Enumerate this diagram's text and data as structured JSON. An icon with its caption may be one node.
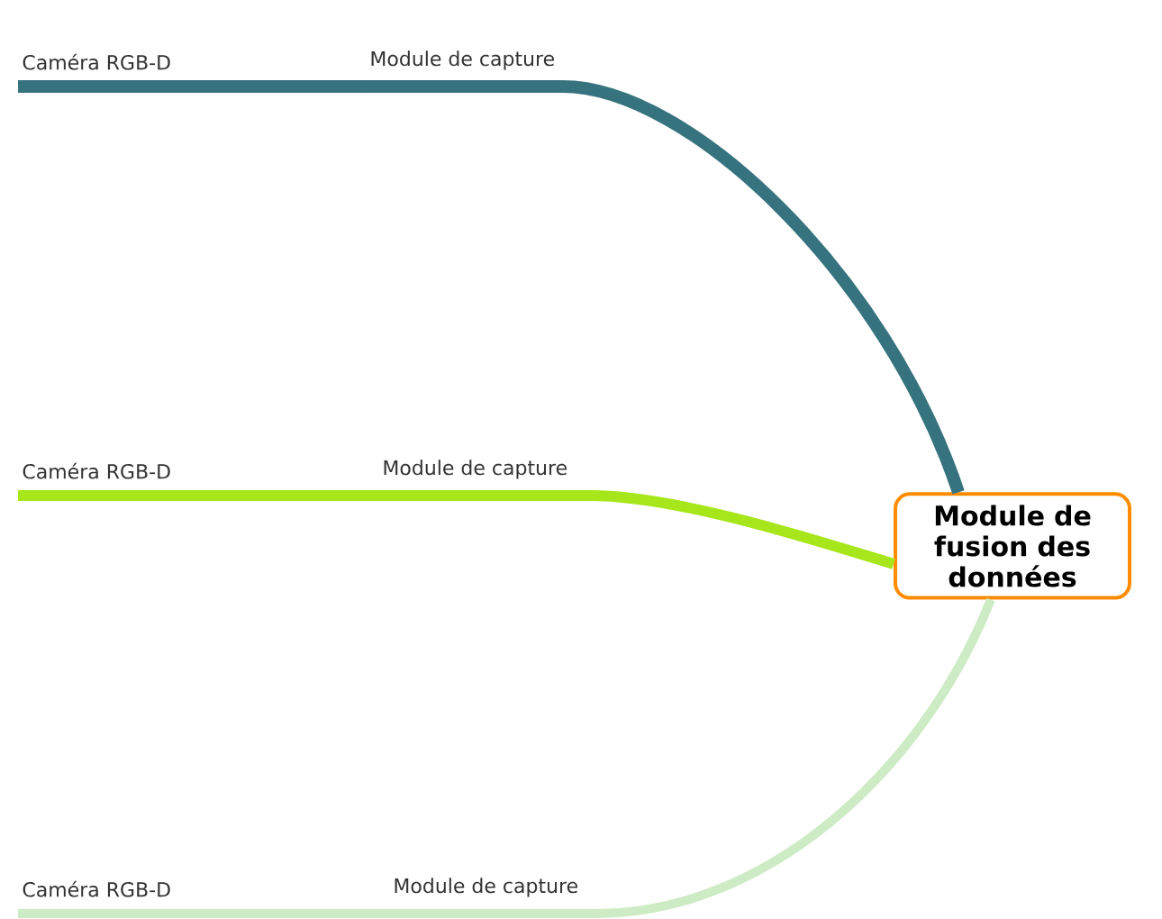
{
  "diagram": {
    "nodes": [
      {
        "text": [
          "Caméra RGB-D"
        ]
      },
      {
        "text": [
          "Module de capture"
        ]
      },
      {
        "text": [
          "Caméra RGB-D"
        ]
      },
      {
        "text": [
          "Module de capture"
        ]
      },
      {
        "text": [
          "Caméra RGB-D"
        ]
      },
      {
        "text": [
          "Module de capture"
        ]
      },
      {
        "text": [
          "Module de fusion des données"
        ]
      }
    ],
    "edges": [
      {
        "from": 0,
        "to": 1,
        "arrow": "none",
        "color": "#36737f"
      },
      {
        "from": 1,
        "to": 6,
        "arrow": "none",
        "color": "#36737f"
      },
      {
        "from": 2,
        "to": 3,
        "arrow": "none",
        "color": "#a6e61a"
      },
      {
        "from": 3,
        "to": 6,
        "arrow": "none",
        "color": "#a6e61a"
      },
      {
        "from": 4,
        "to": 5,
        "arrow": "none",
        "color": "#cdebc4"
      },
      {
        "from": 5,
        "to": 6,
        "arrow": "none",
        "color": "#cdebc4"
      }
    ]
  }
}
